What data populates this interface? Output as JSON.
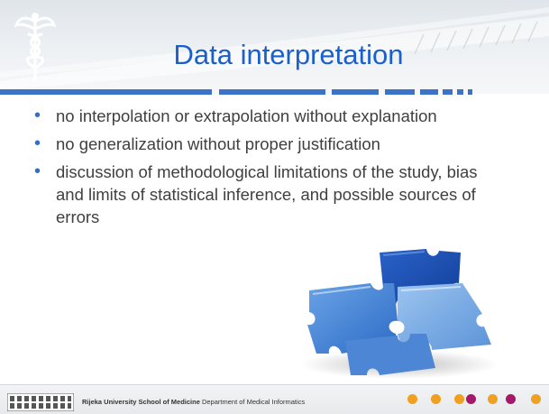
{
  "slide": {
    "title": "Data interpretation",
    "bullets": [
      "no interpolation or extrapolation without explanation",
      "no generalization without proper justification",
      "discussion of methodological limitations of the study, bias and limits of statistical inference, and possible sources of errors"
    ]
  },
  "footer": {
    "school": "Rijeka University School of Medicine",
    "department": "Department of Medical Informatics"
  },
  "colors": {
    "title": "#1a5fcc",
    "bullet": "#2f6ed0",
    "rule": "#3b73c8",
    "dot_orange": "#f0a020",
    "dot_purple": "#a8186a"
  },
  "icons": [
    "caduceus-icon",
    "puzzle-image",
    "building-logo"
  ]
}
